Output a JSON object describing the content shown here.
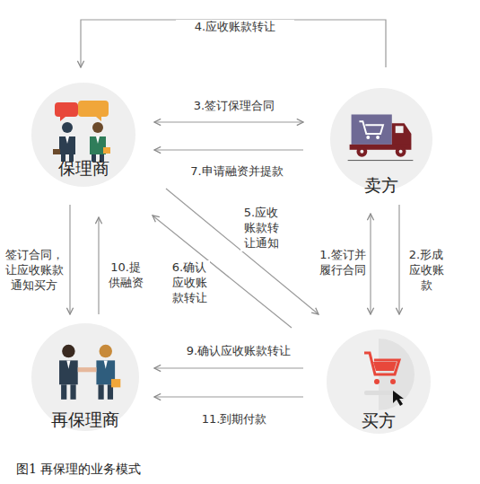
{
  "diagram": {
    "caption": "图1 再保理的业务模式",
    "nodes": [
      {
        "text": [
          "保理商"
        ]
      },
      {
        "text": [
          "卖方"
        ]
      },
      {
        "text": [
          "再保理商"
        ]
      },
      {
        "text": [
          "买方"
        ]
      }
    ],
    "edges": [
      {
        "from": 1,
        "to": 0,
        "label": "4.应收账款转让",
        "arrow": "to"
      },
      {
        "from": 0,
        "to": 1,
        "label": "3.签订保理合同",
        "arrow": "both"
      },
      {
        "from": 1,
        "to": 0,
        "label": "7.申请融资并提款",
        "arrow": "to"
      },
      {
        "from": 0,
        "to": 3,
        "label": "5.应收账款转让通知",
        "arrow": "to"
      },
      {
        "from": 3,
        "to": 0,
        "label": "6.确认应收账款转让",
        "arrow": "to"
      },
      {
        "from": 1,
        "to": 3,
        "label": "1.签订并履行合同",
        "arrow": "both"
      },
      {
        "from": 1,
        "to": 3,
        "label": "2.形成应收账款",
        "arrow": "to"
      },
      {
        "from": 0,
        "to": 2,
        "label": "签订合同，让应收账款通知买方",
        "arrow": "to"
      },
      {
        "from": 2,
        "to": 0,
        "label": "10.提供融资",
        "arrow": "to"
      },
      {
        "from": 3,
        "to": 2,
        "label": "9.确认应收账款转让",
        "arrow": "to"
      },
      {
        "from": 3,
        "to": 2,
        "label": "11.到期付款",
        "arrow": "to"
      }
    ]
  }
}
